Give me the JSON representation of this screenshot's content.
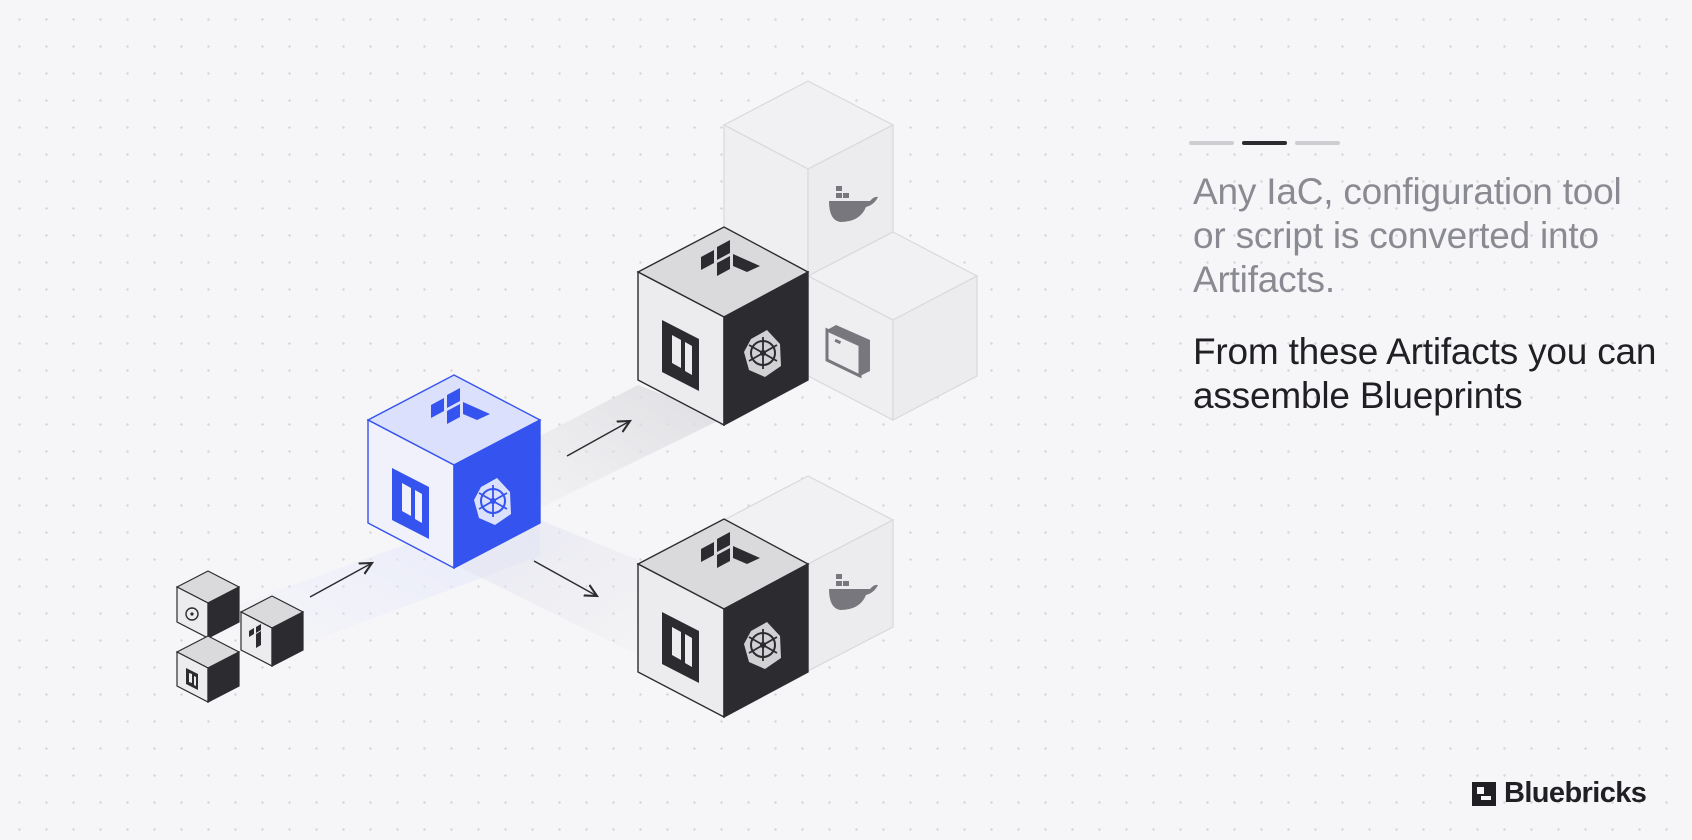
{
  "progress": {
    "segments": 3,
    "active_index": 1
  },
  "caption": "Any IaC, configuration tool or script is converted into Artifacts.",
  "caption_strong": "From these Artifacts you can assemble Blueprints",
  "brand": {
    "name": "Bluebricks",
    "icon": "bluebricks-logo-icon"
  },
  "colors": {
    "accent": "#3553ee",
    "dark": "#2c2c30",
    "light": "#ececef",
    "top": "#dadadc",
    "ghost": "#eeeef0",
    "text_muted": "#8a8a92",
    "text_strong": "#1f1f24"
  },
  "icons": [
    "terraform-icon",
    "helm-icon",
    "kubernetes-icon",
    "docker-icon",
    "container-box-icon",
    "arrow-right-icon"
  ]
}
